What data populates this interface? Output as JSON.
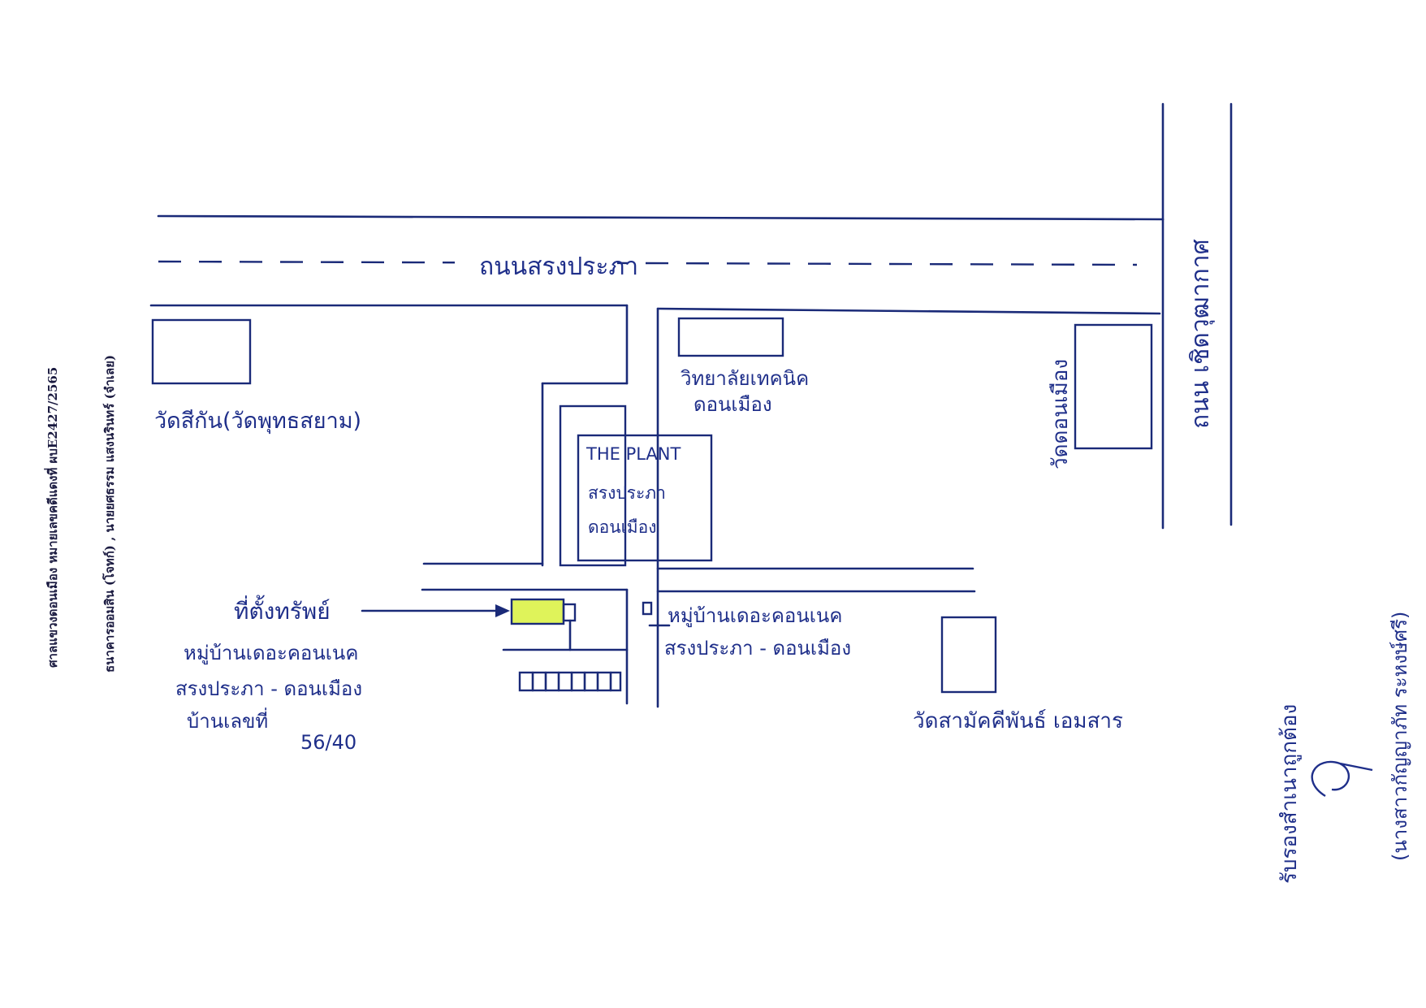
{
  "header_lines": [
    "ศาลแขวงดอนเมือง หมายเลขคดีแดงที่ ผบE2427/2565",
    "ธนาคารออมสิน (โจทก์) , นายยศธรรม แสงนรินทร์ (จำเลย)"
  ],
  "map": {
    "road_top": "ถนนสรงประภา",
    "road_right": "ถนน เชิดวุฒากาศ",
    "landmarks": {
      "temple_left": "วัดสีกัน(วัดพุทธสยาม)",
      "college": "วิทยาลัยเทคนิค ดอนเมือง",
      "temple_right": "วัดดอนเมือง",
      "plant_title": "THE PLANT",
      "plant_line2": "สรงประภา",
      "plant_line3": "ดอนเมือง",
      "village_gate": "หมู่บ้านเดอะคอนเนค สรงประภา - ดอนเมือง",
      "school": "วัดสามัคคีพันธ์ เอมสาร"
    },
    "property": {
      "label": "ที่ตั้งทรัพย์",
      "line2": "หมู่บ้านเดอะคอนเนค",
      "line3": "สรงประภา - ดอนเมือง",
      "line4": "บ้านเลขที่",
      "house_no": "56/40",
      "highlight_color": "#dff35a"
    }
  },
  "certification": {
    "line1": "รับรองสำเนาถูกต้อง",
    "signer": "(นางสาวกัญญาภัท ระหงษ์ศรี)"
  },
  "colors": {
    "ink": "#1a2a78",
    "highlight": "#dff35a"
  }
}
